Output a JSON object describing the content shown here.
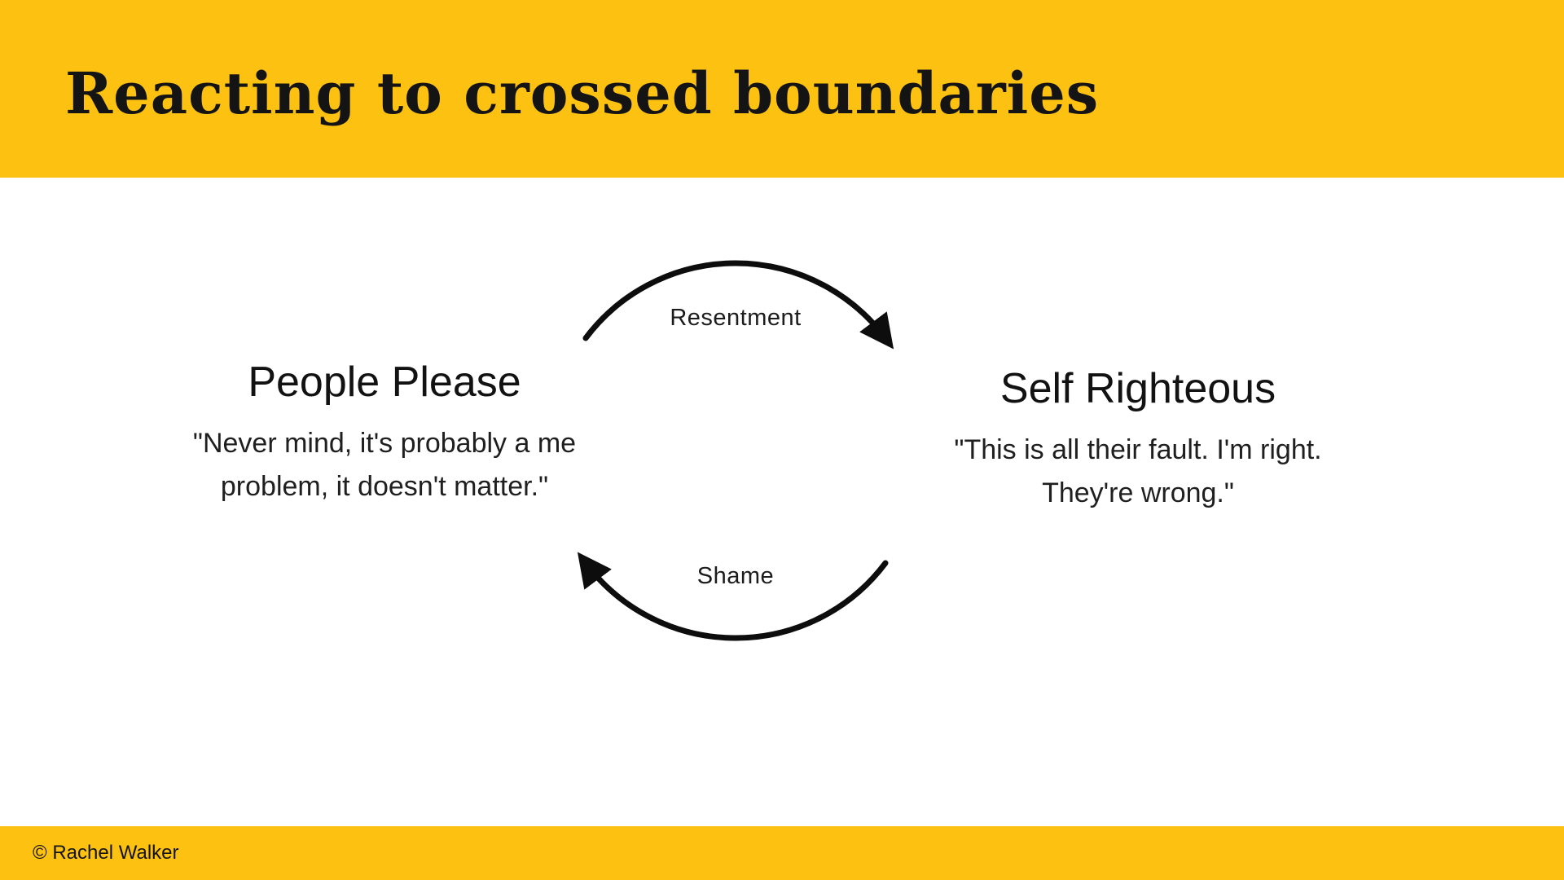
{
  "header": {
    "title": "Reacting to crossed boundaries"
  },
  "diagram": {
    "left_node": {
      "title": "People Please",
      "quote": "\"Never mind, it's probably a me\nproblem, it doesn't matter.\""
    },
    "right_node": {
      "title": "Self Righteous",
      "quote": "\"This is all their fault. I'm right.\nThey're wrong.\""
    },
    "top_arrow_label": "Resentment",
    "bottom_arrow_label": "Shame"
  },
  "footer": {
    "credit": "© Rachel Walker"
  },
  "colors": {
    "accent": "#FDC112",
    "ink": "#141414",
    "arrow": "#0D0D0D",
    "bg": "#FFFFFF"
  }
}
